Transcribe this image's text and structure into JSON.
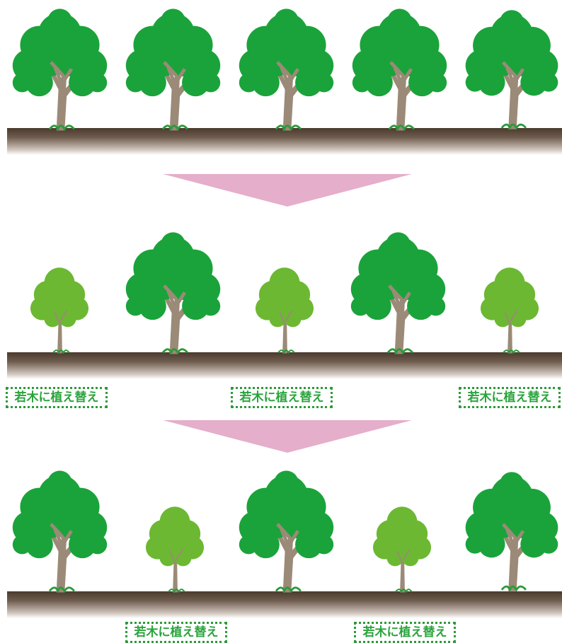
{
  "colors": {
    "mature_foliage": "#1aa33a",
    "young_foliage": "#6cb832",
    "trunk": "#9b8a77",
    "ground": "#5a4839",
    "arrow": "#e5aecb",
    "label_text": "#2aa43c",
    "label_border": "#2e9a3a"
  },
  "icons": {
    "mature_tree": "mature-tree-icon",
    "young_tree": "young-sapling-icon",
    "arrow": "down-arrow-icon"
  },
  "stages": [
    {
      "name": "stage-1",
      "trees": [
        "mature",
        "mature",
        "mature",
        "mature",
        "mature"
      ],
      "labels": []
    },
    {
      "name": "stage-2",
      "trees": [
        "young",
        "mature",
        "young",
        "mature",
        "young"
      ],
      "labels": [
        "若木に植え替え",
        "若木に植え替え",
        "若木に植え替え"
      ]
    },
    {
      "name": "stage-3",
      "trees": [
        "mature",
        "young",
        "mature",
        "young",
        "mature"
      ],
      "labels": [
        "若木に植え替え",
        "若木に植え替え"
      ]
    }
  ]
}
